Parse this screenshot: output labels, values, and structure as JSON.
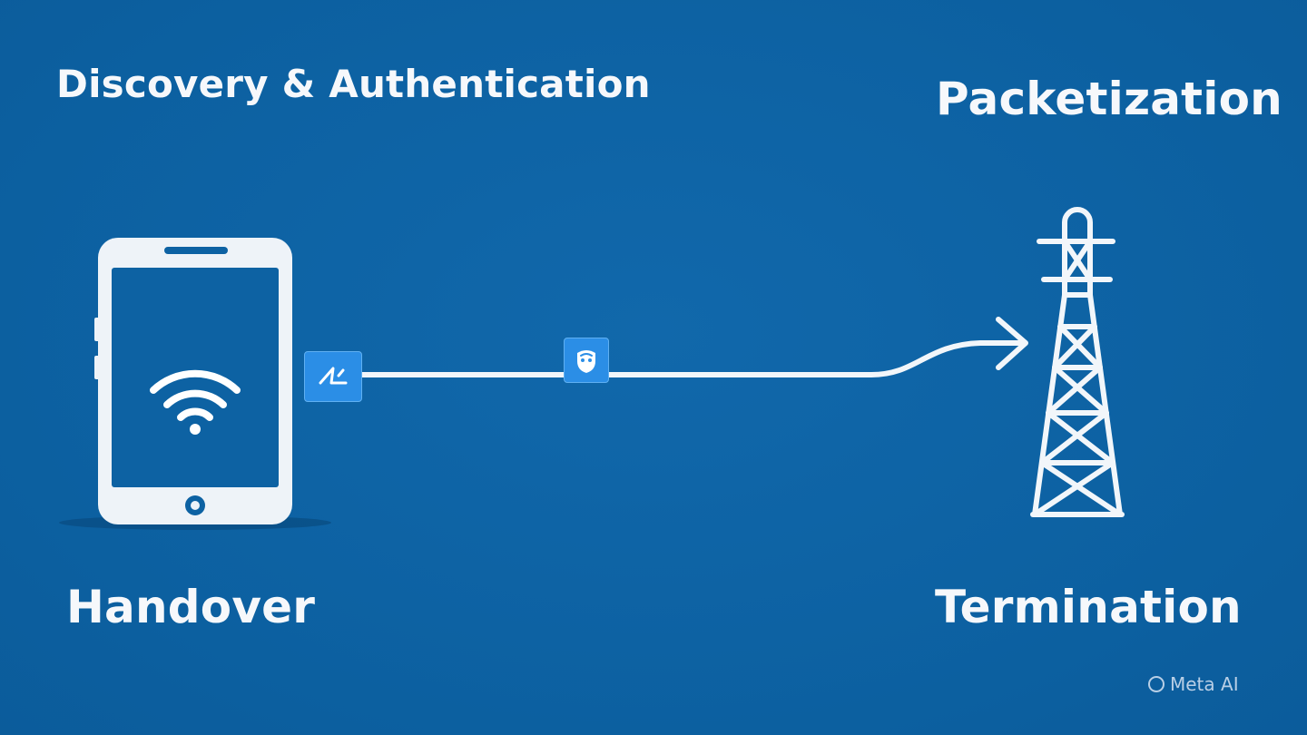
{
  "labels": {
    "discovery": "Discovery & Authentication",
    "packetization": "Packetization",
    "handover": "Handover",
    "termination": "Termination"
  },
  "watermark": {
    "text": "Meta AI",
    "icon": "circle-ring-icon"
  },
  "icons": {
    "device": "tablet-icon",
    "signal": "wifi-icon",
    "auth_badge": "signature-pen-icon",
    "handover_badge": "shield-face-icon",
    "tower": "transmission-tower-icon",
    "arrow": "arrow-right-icon"
  },
  "colors": {
    "background": "#0d62a3",
    "foreground": "#ffffff",
    "badge": "#2b8ee6"
  }
}
